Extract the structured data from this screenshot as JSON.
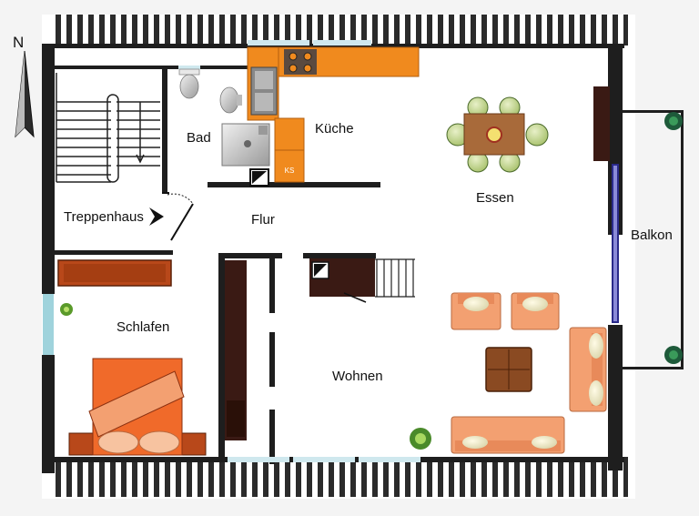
{
  "compass": {
    "label": "N"
  },
  "rooms": {
    "bad": "Bad",
    "kueche": "Küche",
    "essen": "Essen",
    "treppenhaus": "Treppenhaus",
    "flur": "Flur",
    "balkon": "Balkon",
    "schlafen": "Schlafen",
    "wohnen": "Wohnen"
  },
  "appliances": {
    "fridge": "KS"
  },
  "colors": {
    "wall": "#1e1e1e",
    "kitchen_orange": "#f08a1e",
    "sofa_salmon": "#f3a071",
    "bed_orange": "#f06a2a",
    "dark_brown": "#3a1a14",
    "table_brown": "#a86a3a",
    "plant_green": "#2a7a2a",
    "window_blue": "#9fd3dc"
  }
}
